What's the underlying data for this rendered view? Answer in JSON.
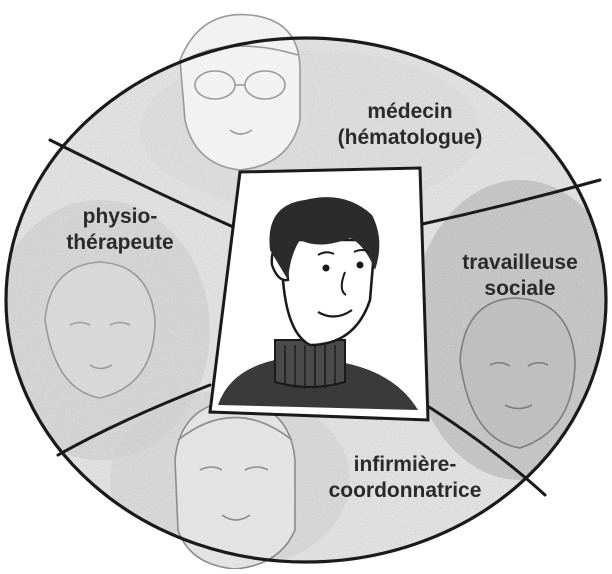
{
  "roles": {
    "medecin": {
      "line1": "médecin",
      "line2": "(hématologue)"
    },
    "physio": {
      "line1": "physio-",
      "line2": "thérapeute"
    },
    "travailleuse": {
      "line1": "travailleuse",
      "line2": "sociale"
    },
    "infirmiere": {
      "line1": "infirmière-",
      "line2": "coordonnatrice"
    }
  },
  "colors": {
    "ink": "#1a1a1a",
    "shade": "#bdbdbd",
    "sketch": "#9a9a9a",
    "label": "#2a2a2a"
  }
}
